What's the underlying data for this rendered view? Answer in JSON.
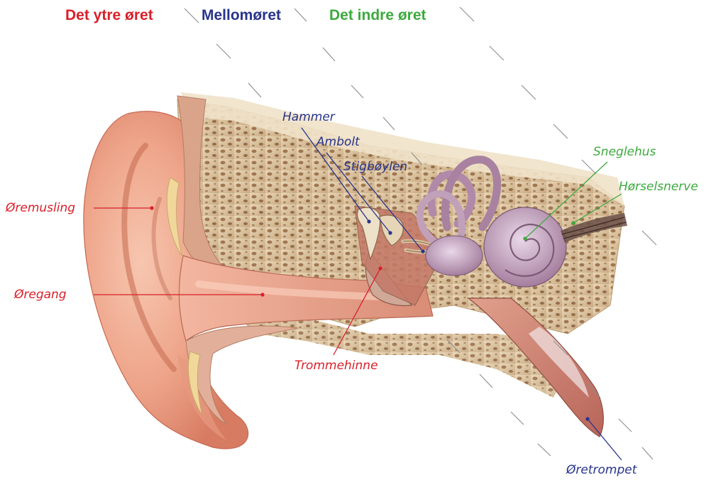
{
  "headings": {
    "outer": "Det ytre øret",
    "middle": "Mellomøret",
    "inner": "Det indre øret"
  },
  "labels": {
    "oremusling": "Øremusling",
    "oregang": "Øregang",
    "trommehinne": "Trommehinne",
    "hammer": "Hammer",
    "ambolt": "Ambolt",
    "stigboylen": "Stigbøylen",
    "sneglehus": "Sneglehus",
    "horselsnerve": "Hørselsnerve",
    "oretrompet": "Øretrompet"
  },
  "colors": {
    "outer": "#d8202a",
    "middle": "#28348a",
    "inner": "#3daa3e"
  }
}
